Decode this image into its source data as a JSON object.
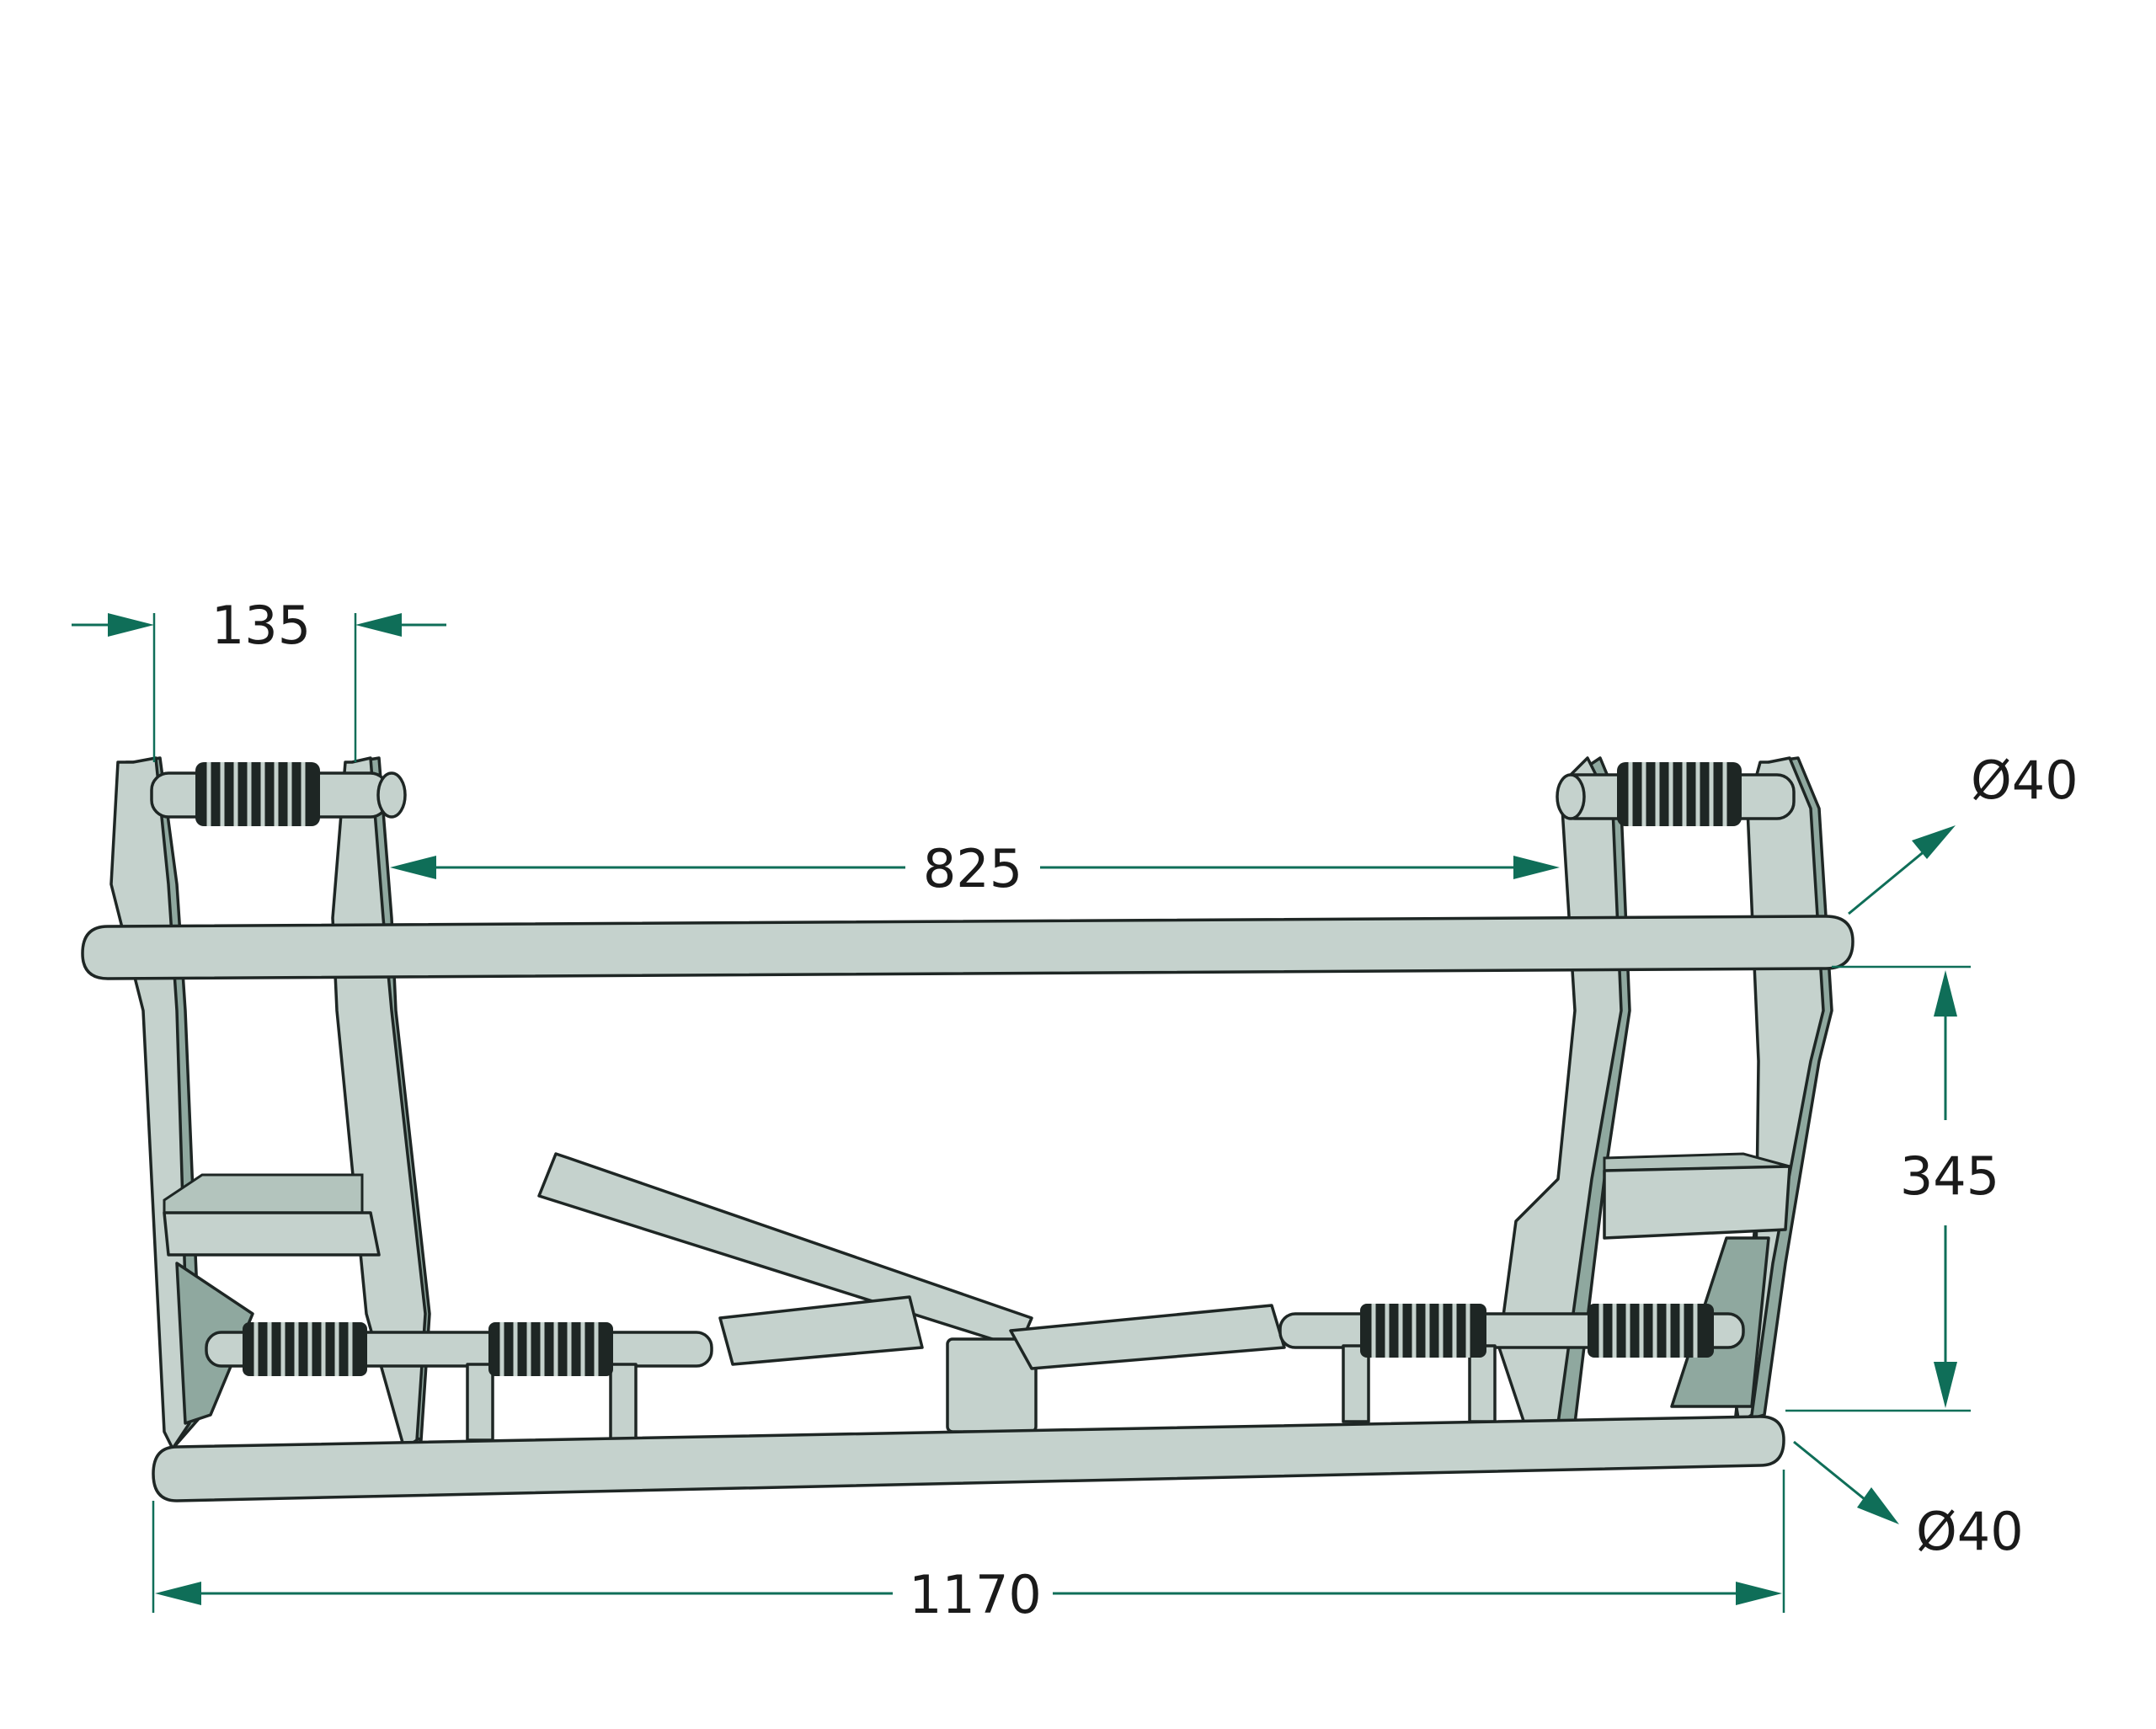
{
  "dimensions": {
    "plate_spacing": "135",
    "inner_span": "825",
    "height": "345",
    "overall_width": "1170",
    "tube_diameter_top": "Ø40",
    "tube_diameter_bottom": "Ø40"
  },
  "colors": {
    "dimension_lines": "#0f6e58",
    "frame_fill": "#c5d2cd",
    "plate_shade": "#8fa89f",
    "outline": "#1e2624"
  }
}
